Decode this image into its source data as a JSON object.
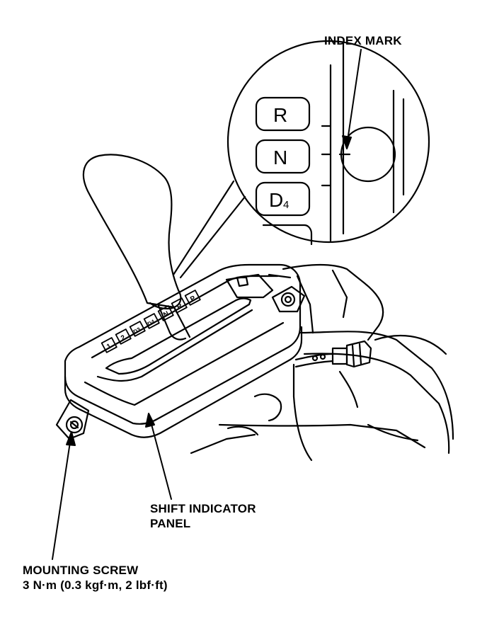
{
  "callouts": {
    "index_mark": "INDEX MARK",
    "shift_indicator_panel": {
      "line1": "SHIFT INDICATOR",
      "line2": "PANEL"
    },
    "mounting_screw": {
      "line1": "MOUNTING SCREW",
      "line2": "3 N·m (0.3 kgf·m, 2 lbf·ft)"
    }
  },
  "detail_view": {
    "gear_labels": [
      "R",
      "N",
      "D",
      "4"
    ]
  },
  "panel_gear_marks": [
    "1",
    "2",
    "D3",
    "D4",
    "N",
    "R",
    "P"
  ],
  "colors": {
    "ink": "#000000",
    "paper": "#ffffff"
  }
}
